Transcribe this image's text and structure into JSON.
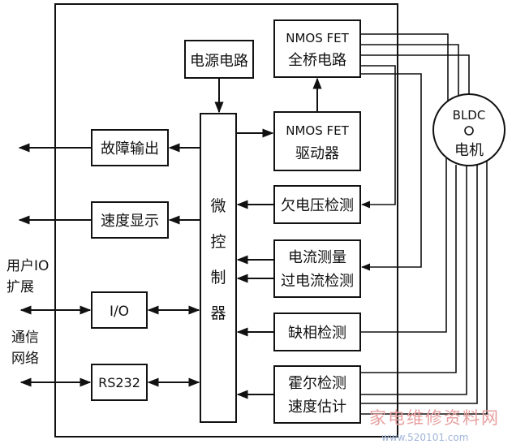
{
  "blocks": {
    "power_supply": "电源电路",
    "full_bridge": [
      "NMOS FET",
      "全桥电路"
    ],
    "fet_driver": [
      "NMOS FET",
      "驱动器"
    ],
    "microcontroller": [
      "微",
      "控",
      "制",
      "器"
    ],
    "fault_output": "故障输出",
    "speed_display": "速度显示",
    "io_block": "I/O",
    "rs232_block": "RS232",
    "undervoltage_detect": "欠电压检测",
    "current_measure": [
      "电流测量",
      "过电流检测"
    ],
    "phase_loss_detect": "缺相检测",
    "hall_detect": [
      "霍尔检测",
      "速度估计"
    ],
    "motor": [
      "BLDC",
      "电机"
    ]
  },
  "external_labels": {
    "user_io": [
      "用户IO",
      "扩展"
    ],
    "comm_network": [
      "通信",
      "网络"
    ]
  },
  "watermark": {
    "text": "家电维修资料网",
    "url": "www.520101.com"
  },
  "colors": {
    "line": "#111111",
    "background": "#ffffff",
    "watermark_text": "#e8a0a0",
    "watermark_url": "#9fb4d8"
  }
}
